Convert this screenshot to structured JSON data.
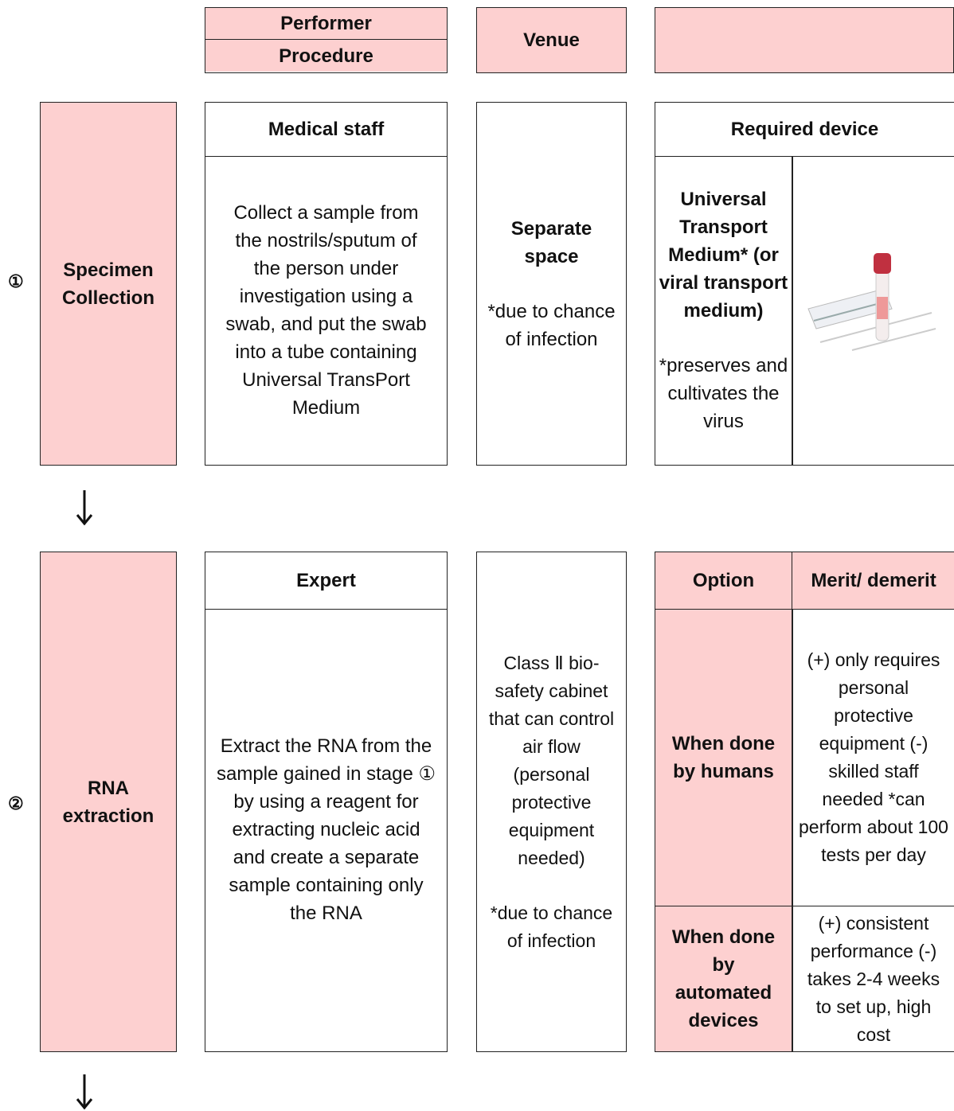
{
  "header": {
    "performer": "Performer",
    "procedure": "Procedure",
    "venue": "Venue",
    "third": ""
  },
  "steps": [
    {
      "marker": "①",
      "title": "Specimen Collection",
      "performer": "Medical staff",
      "procedure": "Collect a sample from the nostrils/sputum of the person under investigation using a swab, and put the swab into a tube containing Universal TransPort Medium",
      "venue_main": "Separate space",
      "venue_note": "*due to chance of infection",
      "device_header": "Required device",
      "device_name": "Universal Transport Medium* (or viral transport medium)",
      "device_note": "*preserves and cultivates the virus",
      "device_image_icon": "swab-tube-icon"
    },
    {
      "marker": "②",
      "title": "RNA extraction",
      "performer": "Expert",
      "procedure": "Extract the RNA from the sample gained in stage ① by using a reagent for extracting nucleic acid and create a separate sample containing only the RNA",
      "venue_main": "Class Ⅱ bio-safety cabinet that can control air flow (personal protective equipment needed)",
      "venue_note": "*due to chance of infection",
      "options_header": "Option",
      "merit_header": "Merit/ demerit",
      "options": [
        {
          "name": "When done by humans",
          "merit": "(+) only requires personal protective equipment (-) skilled staff needed *can perform about 100 tests per day"
        },
        {
          "name": "When done by automated devices",
          "merit": "(+) consistent performance (-) takes 2-4 weeks to set up, high cost"
        }
      ]
    }
  ],
  "arrows": [
    "down-arrow-icon",
    "down-arrow-icon"
  ],
  "colors": {
    "accent": "#fdd0d0",
    "border": "#222222"
  }
}
